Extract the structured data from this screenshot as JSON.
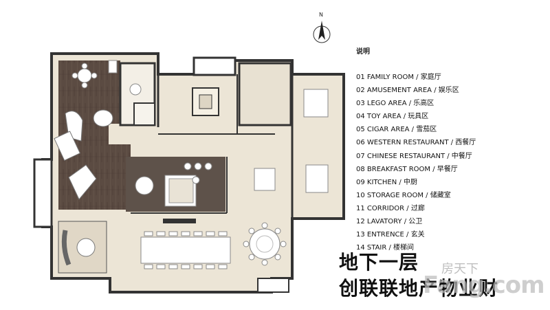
{
  "north": {
    "label": "N"
  },
  "legend": {
    "title": "说明",
    "items": [
      "01 FAMILY ROOM  /  家庭厅",
      "02 AMUSEMENT AREA / 娱乐区",
      "03 LEGO AREA  / 乐高区",
      "04 TOY AREA / 玩具区",
      "05 CIGAR AREA  / 雪茄区",
      "06 WESTERN RESTAURANT /  西餐厅",
      "07 CHINESE RESTAURANT / 中餐厅",
      "08 BREAKFAST ROOM  / 早餐厅",
      "09 KITCHEN / 中厨",
      "10  STORAGE  ROOM / 储藏室",
      "11  CORRIDOR / 过廊",
      "12 LAVATORY / 公卫",
      "13  ENTRENCE / 玄关",
      "14  STAIR / 楼梯间"
    ]
  },
  "heading": {
    "line1": "地下一层",
    "line2": "创联联地产物业财"
  },
  "watermark": {
    "line1": "房天下",
    "line2": "Fang.com"
  },
  "colors": {
    "wall": "#3a3a3a",
    "floor": "#ece5d6",
    "wood": "#5a4a40",
    "background": "#ffffff"
  }
}
